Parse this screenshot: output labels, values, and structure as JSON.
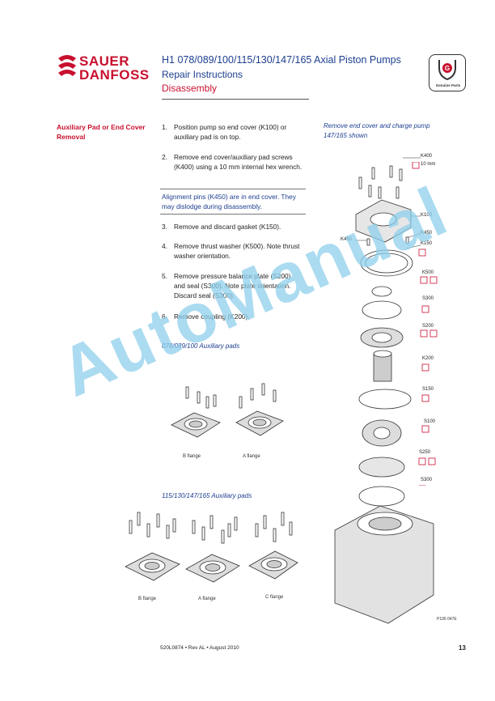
{
  "header": {
    "brand_line1": "SAUER",
    "brand_line2": "DANFOSS",
    "title": "H1 078/089/100/115/130/147/165 Axial Piston Pumps",
    "subtitle1": "Repair Instructions",
    "subtitle2": "Disassembly",
    "badge_label": "Genuine Parts",
    "brand_color": "#c8102e",
    "heading_color": "#1d3f8f"
  },
  "section": {
    "heading": "Auxiliary Pad or End Cover Removal"
  },
  "steps_a": [
    {
      "num": "1.",
      "text": "Position pump so end cover (K100) or auxiliary pad is on top."
    },
    {
      "num": "2.",
      "text": "Remove end cover/auxiliary pad screws (K400) using a 10 mm internal hex wrench."
    }
  ],
  "note": "Alignment pins (K450) are in end cover. They may dislodge during disassembly.",
  "steps_b": [
    {
      "num": "3.",
      "text": "Remove and discard gasket (K150)."
    },
    {
      "num": "4.",
      "text": "Remove thrust washer (K500). Note thrust washer orientation."
    },
    {
      "num": "5.",
      "text": "Remove pressure balance plate (S200) and seal (S300). Note plate orientation. Discard seal (S300)."
    },
    {
      "num": "6.",
      "text": "Remove coupling (K200)."
    }
  ],
  "figures": {
    "aux_small_caption": "078/089/100 Auxiliary pads",
    "aux_small_labels": [
      "B flange",
      "A flange"
    ],
    "aux_large_caption": "115/130/147/165 Auxiliary pads",
    "aux_large_labels": [
      "B flange",
      "A flange",
      "C flange"
    ],
    "exploded_caption_line1": "Remove end cover and charge pump",
    "exploded_caption_line2": "147/165 shown",
    "parts": {
      "k400": "K400",
      "k400_tool": "10 mm",
      "k100": "K100",
      "k450a": "K450",
      "k450b": "K450",
      "k150": "K150",
      "k500": "K500",
      "s300a": "S300",
      "s200": "S200",
      "k200": "K200",
      "s150": "S150",
      "s100": "S100",
      "s250": "S250",
      "s300b": "S300"
    },
    "figure_id": "P106 047E"
  },
  "footer": {
    "doc": "520L0874 • Rev AL • August 2010",
    "page": "13"
  },
  "watermark": "AutoManual"
}
